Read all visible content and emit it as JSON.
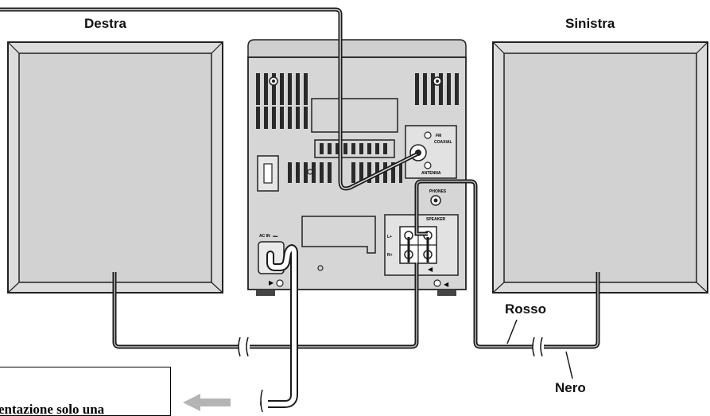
{
  "labels": {
    "right_speaker": "Destra",
    "left_speaker": "Sinistra",
    "red_wire": "Rosso",
    "black_wire": "Nero"
  },
  "unit_labels": {
    "fm": "FM",
    "coaxial": "COAXIAL",
    "antenna": "ANTENNA",
    "phones": "PHONES",
    "speaker": "SPEAKER",
    "ac_in": "AC IN",
    "l_plus": "L+",
    "r_plus": "R+"
  },
  "note": {
    "text": "entazione solo una"
  },
  "colors": {
    "panel_fill": "#dcdcdc",
    "unit_fill": "#d6d6d6",
    "cable": "#1a1a1a",
    "arrow": "#b4b4b4"
  }
}
